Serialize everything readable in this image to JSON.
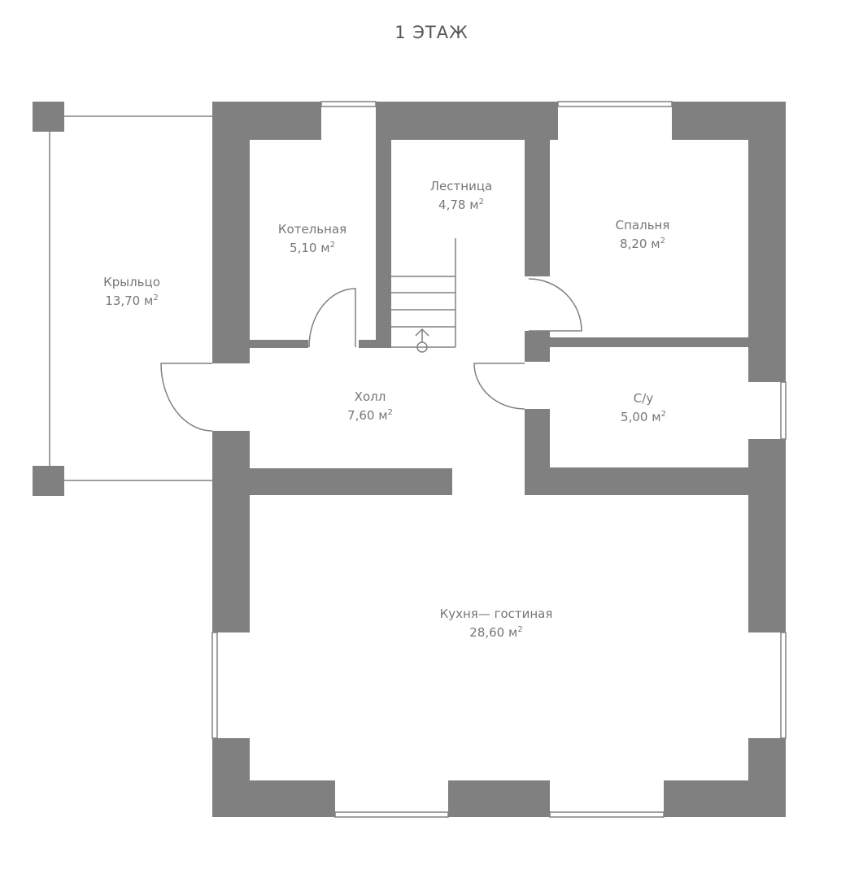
{
  "title": "1   ЭТАЖ",
  "wall_color": "#808080",
  "rooms": [
    {
      "id": "porch",
      "name": "Крыльцо",
      "area": "13,70",
      "unit": "м",
      "exp": "2"
    },
    {
      "id": "boiler",
      "name": "Котельная",
      "area": "5,10",
      "unit": "м",
      "exp": "2"
    },
    {
      "id": "stairs",
      "name": "Лестница",
      "area": "4,78",
      "unit": "м",
      "exp": "2"
    },
    {
      "id": "bedroom",
      "name": "Спальня",
      "area": "8,20",
      "unit": "м",
      "exp": "2"
    },
    {
      "id": "hall",
      "name": "Холл",
      "area": "7,60",
      "unit": "м",
      "exp": "2"
    },
    {
      "id": "bathroom",
      "name": "С/у",
      "area": "5,00",
      "unit": "м",
      "exp": "2"
    },
    {
      "id": "kitchen",
      "name": "Кухня— гостиная",
      "area": "28,60",
      "unit": "м",
      "exp": "2"
    }
  ]
}
